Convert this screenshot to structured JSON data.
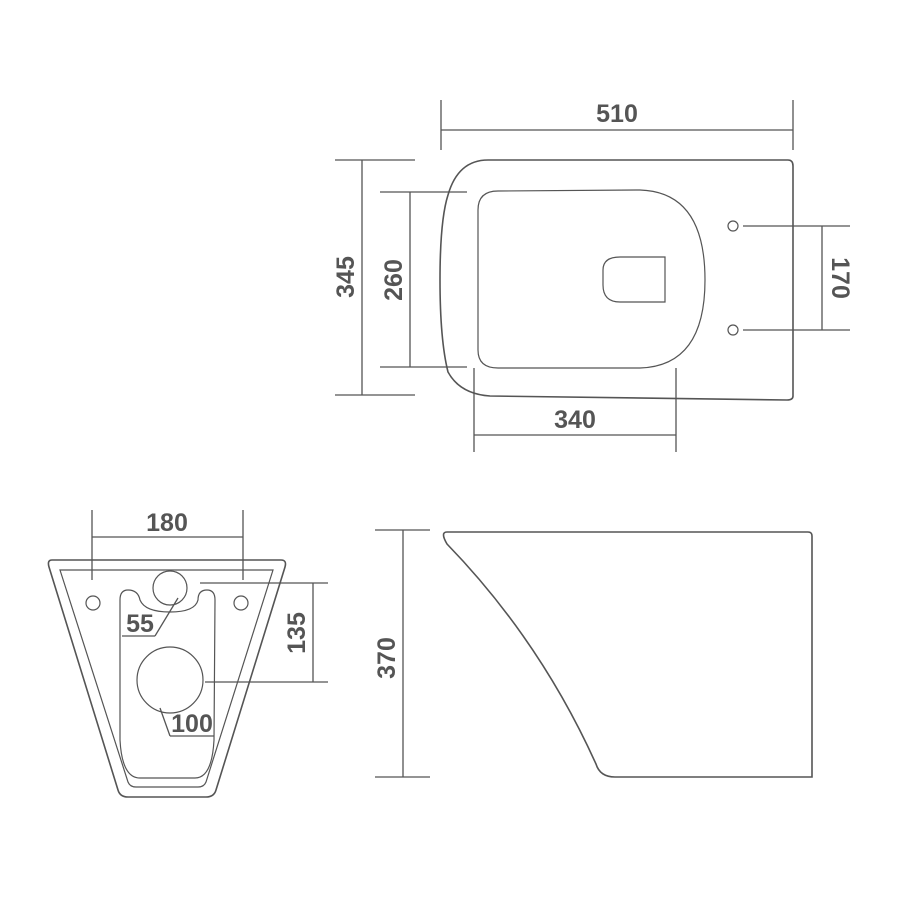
{
  "title": "Wall-hung toilet dimension drawing",
  "colors": {
    "line": "#555555",
    "text": "#555555"
  },
  "dimensions": {
    "top_width": "510",
    "top_depth_outer": "345",
    "top_depth_inner": "260",
    "fixing_holes_spacing": "170",
    "bowl_length": "340",
    "rear_hole_spacing": "180",
    "outlet_height": "135",
    "inlet_diameter": "55",
    "outlet_diameter": "100",
    "height": "370"
  }
}
